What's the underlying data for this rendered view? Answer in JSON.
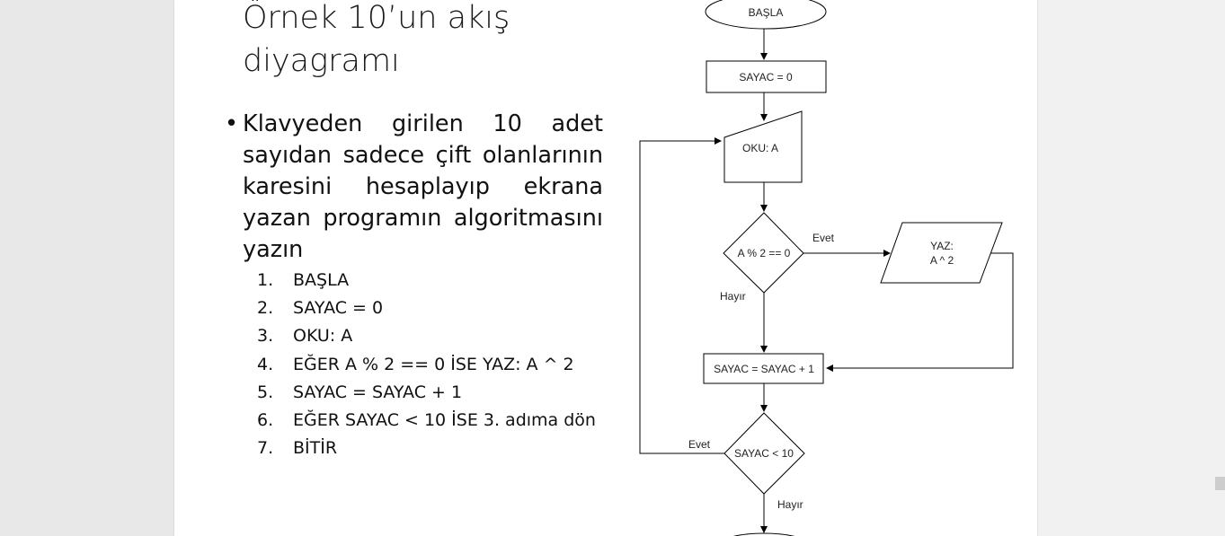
{
  "slide": {
    "title": "Örnek 10’un akış diyagramı",
    "bullet_text": "Klavyeden girilen 10 adet sayıdan sadece çift olanlarının karesini hesaplayıp ekrana yazan programın algoritmasını yazın",
    "steps": [
      {
        "num": "1.",
        "text": "BAŞLA"
      },
      {
        "num": "2.",
        "text": "SAYAC = 0"
      },
      {
        "num": "3.",
        "text": "OKU: A"
      },
      {
        "num": "4.",
        "text": "EĞER A % 2 == 0 İSE YAZ: A ^ 2"
      },
      {
        "num": "5.",
        "text": "SAYAC = SAYAC + 1"
      },
      {
        "num": "6.",
        "text": "EĞER SAYAC < 10 İSE 3. adıma dön"
      },
      {
        "num": "7.",
        "text": "BİTİR"
      }
    ]
  },
  "flowchart": {
    "start": "BAŞLA",
    "init": "SAYAC = 0",
    "input": "OKU: A",
    "cond1": "A % 2 == 0",
    "cond1_yes": "Evet",
    "cond1_no": "Hayır",
    "output_line1": "YAZ:",
    "output_line2": "A ^ 2",
    "increment": "SAYAC = SAYAC + 1",
    "cond2": "SAYAC < 10",
    "cond2_yes": "Evet",
    "cond2_no": "Hayır"
  }
}
